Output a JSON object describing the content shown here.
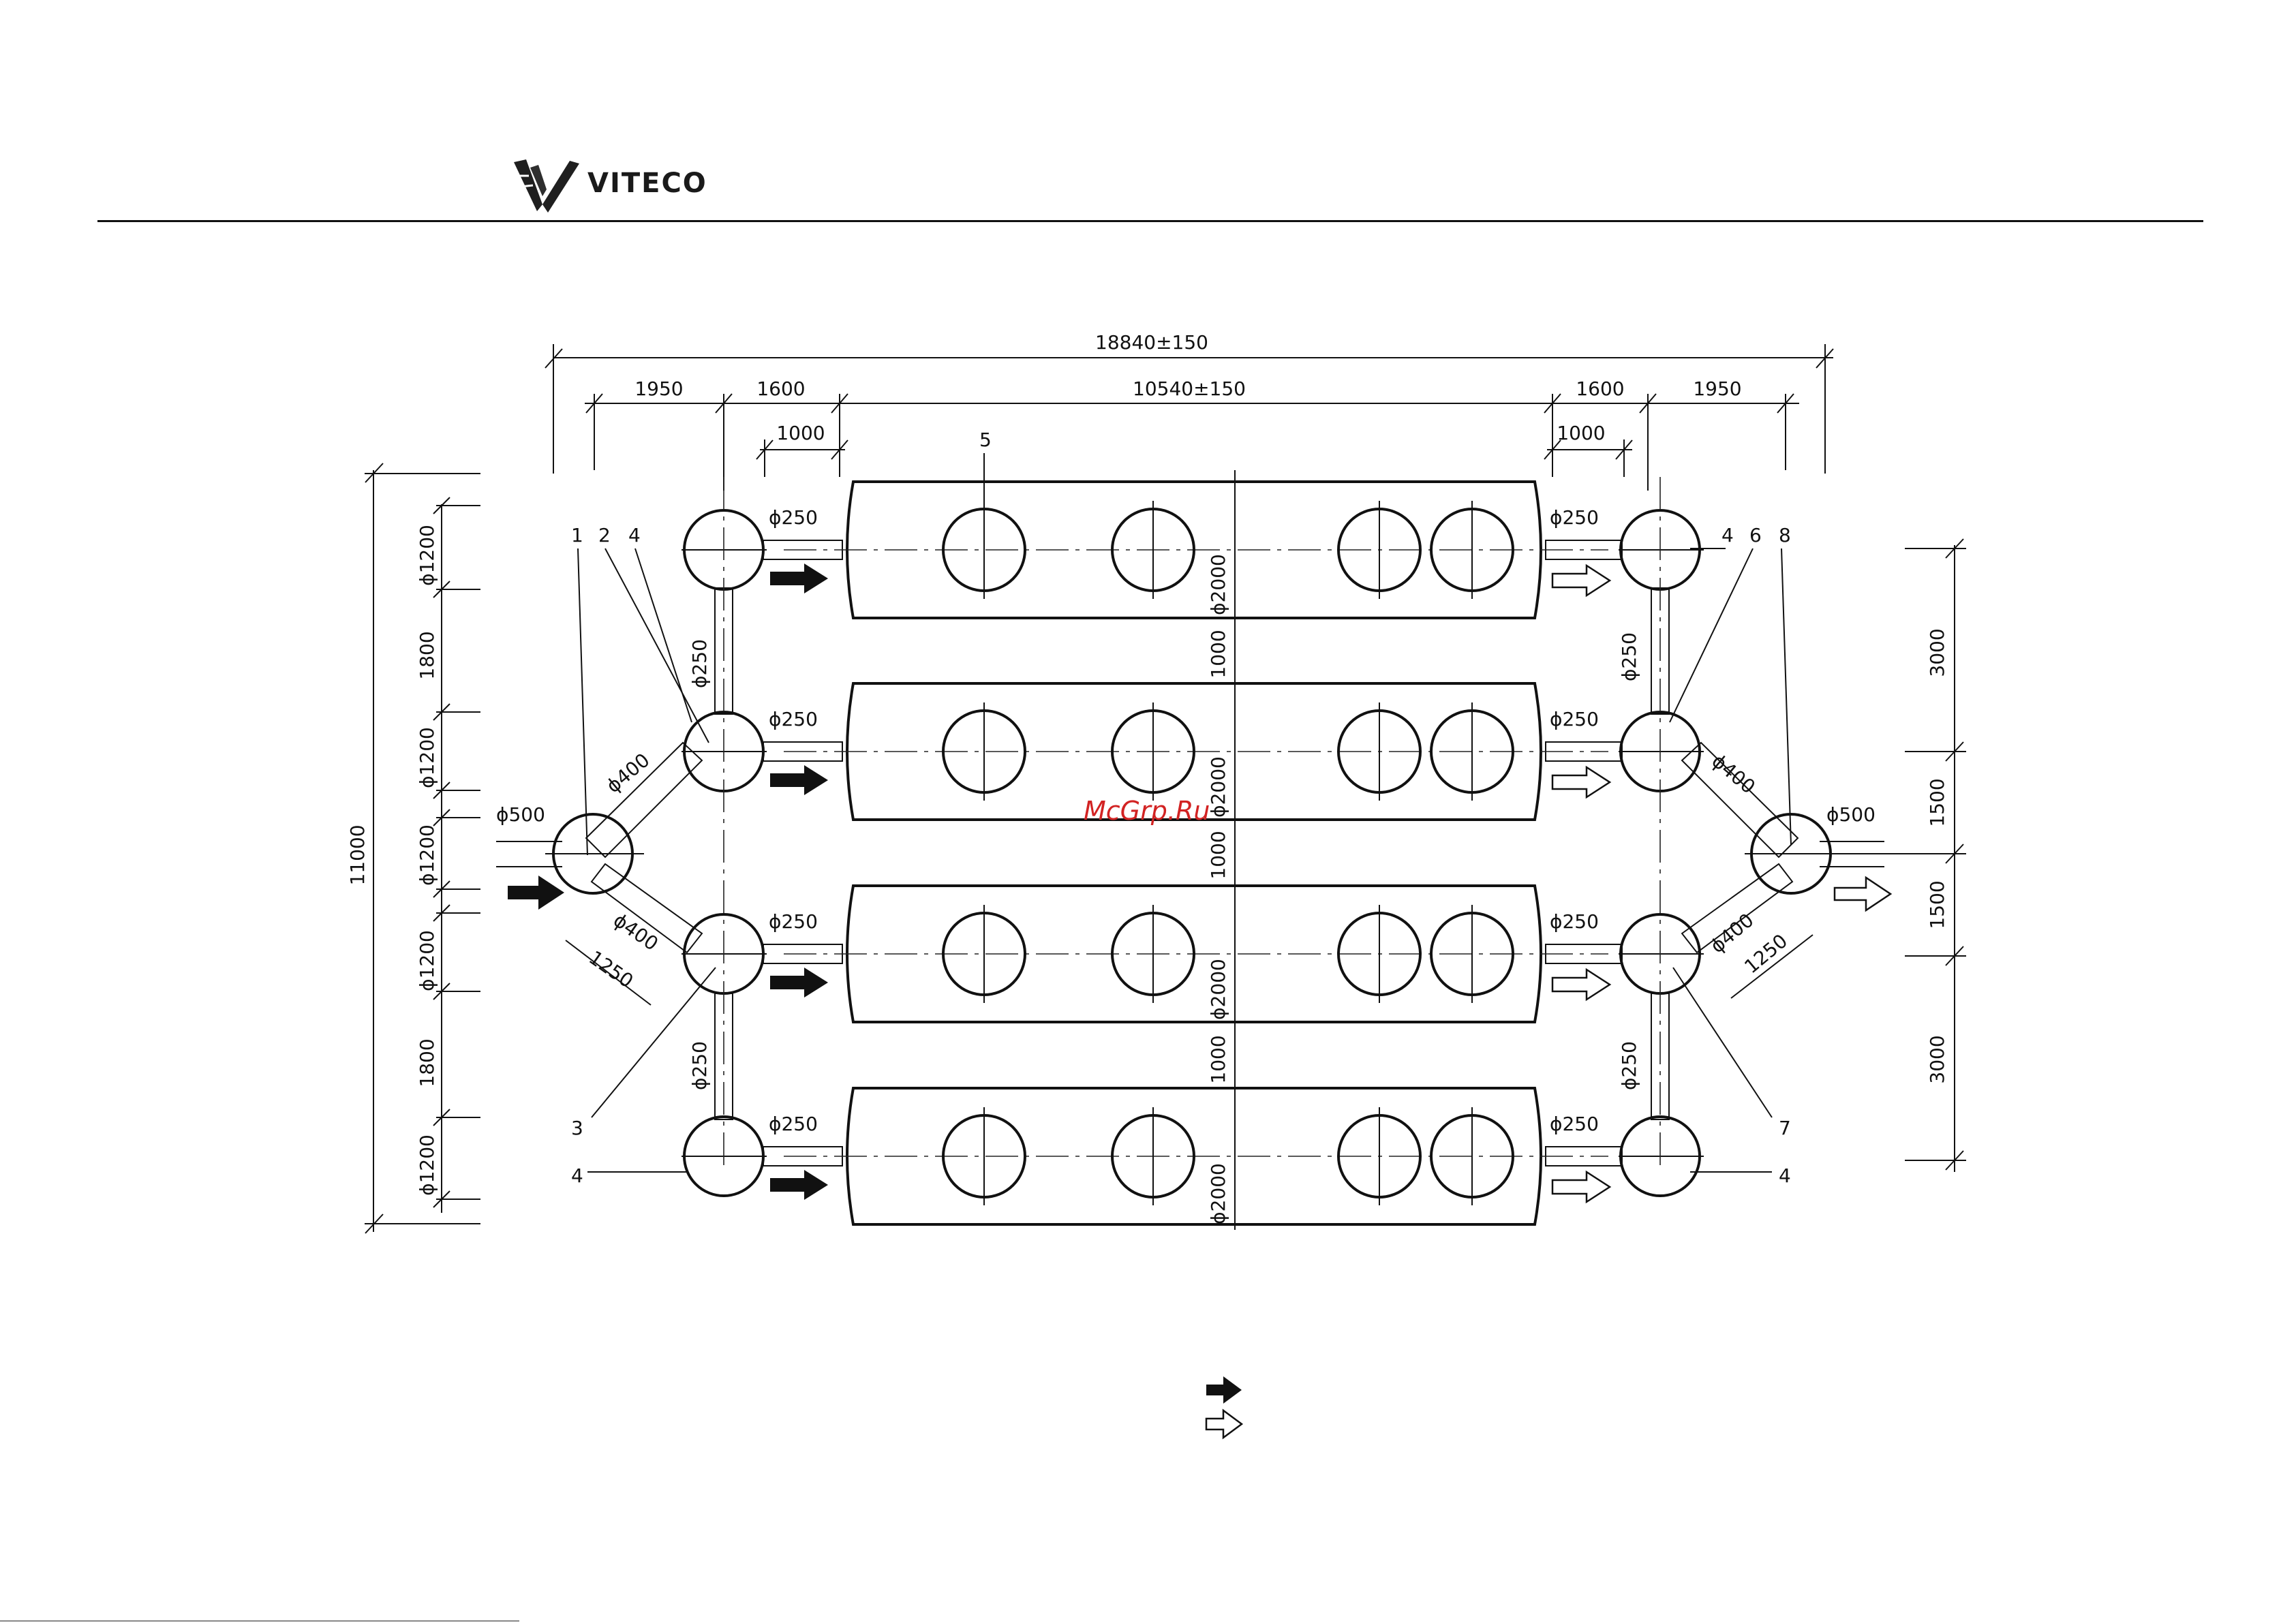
{
  "header": {
    "brand": "VITECO"
  },
  "watermark": "McGrp.Ru",
  "diagram": {
    "dims_top": {
      "overall": "18840±150",
      "left_1950": "1950",
      "left_1600": "1600",
      "center": "10540±150",
      "right_1600": "1600",
      "right_1950": "1950",
      "left_1000": "1000",
      "right_1000": "1000"
    },
    "dims_left": {
      "overall": "11000",
      "segments": [
        "ϕ1200",
        "1800",
        "ϕ1200",
        "ϕ1200",
        "ϕ1200",
        "1800",
        "ϕ1200"
      ]
    },
    "dims_right": [
      "3000",
      "1500",
      "1500",
      "3000"
    ],
    "tank_labels": [
      "ϕ2000",
      "ϕ2000",
      "ϕ2000",
      "ϕ2000"
    ],
    "gaps_between_tanks": [
      "1000",
      "1000",
      "1000"
    ],
    "pipe_labels": {
      "d250": "ϕ250",
      "d400": "ϕ400",
      "d500": "ϕ500",
      "len_1250": "1250"
    },
    "callouts": {
      "c1": "1",
      "c2": "2",
      "c3": "3",
      "c4": "4",
      "c5": "5",
      "c6": "6",
      "c7": "7",
      "c8": "8"
    }
  },
  "legend": {
    "items": [
      {
        "arrow": "filled-arrow-icon",
        "label": ""
      },
      {
        "arrow": "outline-arrow-icon",
        "label": ""
      }
    ]
  }
}
